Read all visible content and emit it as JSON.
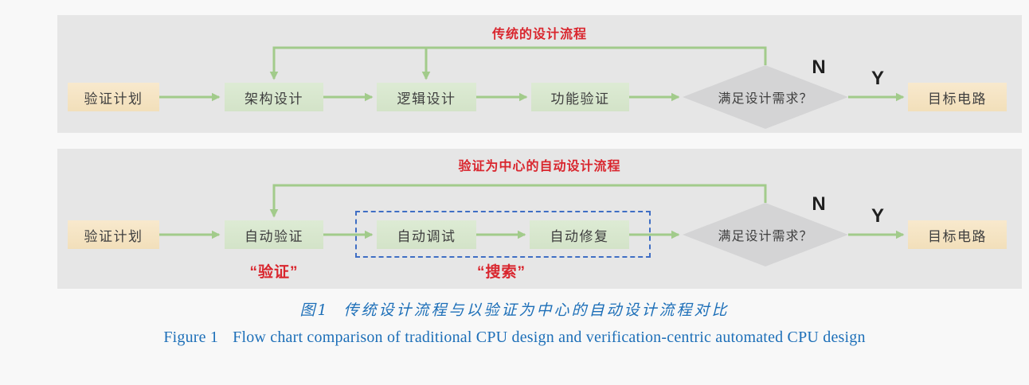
{
  "colors": {
    "page_background": "#f8f8f8",
    "panel_background": "#e6e6e6",
    "node_tan": "#f4e3c2",
    "node_green": "#d8e7cd",
    "diamond_gray": "#d4d4d5",
    "arrow_green": "#a2cb8b",
    "title_red": "#d9262e",
    "dashed_blue": "#3f6ec4",
    "caption_blue": "#1d6fb8",
    "node_text": "#3e3e3e"
  },
  "top_panel": {
    "title": "传统的设计流程",
    "nodes": {
      "plan": "验证计划",
      "arch": "架构设计",
      "logic": "逻辑设计",
      "func_verify": "功能验证",
      "decision": "满足设计需求？",
      "target": "目标电路"
    },
    "no_label": "N",
    "yes_label": "Y"
  },
  "bottom_panel": {
    "title": "验证为中心的自动设计流程",
    "nodes": {
      "plan": "验证计划",
      "auto_verify": "自动验证",
      "auto_debug": "自动调试",
      "auto_repair": "自动修复",
      "decision": "满足设计需求？",
      "target": "目标电路"
    },
    "annotations": {
      "verify": "“验证”",
      "search": "“搜索”"
    },
    "no_label": "N",
    "yes_label": "Y"
  },
  "caption": {
    "cn_label": "图1",
    "cn_text": "传统设计流程与以验证为中心的自动设计流程对比",
    "en_label": "Figure 1",
    "en_text": "Flow chart comparison of traditional CPU design and verification-centric automated CPU design"
  }
}
